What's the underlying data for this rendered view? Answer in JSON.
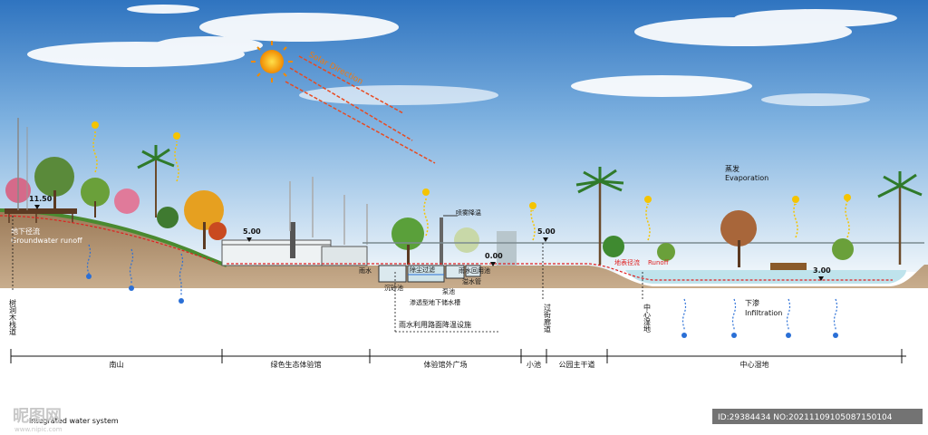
{
  "sun": {
    "label": "Solar Direction"
  },
  "evaporation": {
    "cn": "蒸发",
    "en": "Evaporation"
  },
  "groundwater": {
    "cn": "地下径流",
    "en": "Groundwater runoff"
  },
  "spray": "喷雾降温",
  "surface_runoff": {
    "cn": "地表径流",
    "en": "Runoff"
  },
  "infiltration": {
    "cn": "下渗",
    "en": "Infiltration"
  },
  "elevations": [
    "11.50",
    "5.00",
    "0.00",
    "5.00",
    "3.00"
  ],
  "facility_labels": {
    "rainwater": "雨水",
    "dust_filter": "除尘过滤",
    "recycle_pool": "雨水回用池",
    "sediment_tank": "沉砂池",
    "pump": "泵池",
    "overflow_pipe": "溢水管",
    "permeable_tank": "渗透型地下储水槽",
    "road_cooling": "雨水利用路面降温设施"
  },
  "vertical_labels": {
    "boardwalk": "树洞木栈道",
    "corridor": "过街廊道",
    "wetland": "中心湿地"
  },
  "zones": [
    {
      "label": "南山"
    },
    {
      "label": "绿色生态体验馆"
    },
    {
      "label": "体验馆外广场"
    },
    {
      "label": "小池"
    },
    {
      "label": "公园主干道"
    },
    {
      "label": "中心湿地"
    }
  ],
  "bottom_caption": "Integrated water system",
  "watermark": {
    "logo": "昵图网",
    "url": "www.nipic.com",
    "id": "ID:29384434 NO:20211109105087150104"
  },
  "colors": {
    "sky_top": "#3a7fc9",
    "sky_bottom": "#e8f2fa",
    "soil": "#8a6a4c",
    "water": "#cfe8f0",
    "runoff": "#e02020",
    "arrow": "#f5c400",
    "drop": "#2a6fd6"
  }
}
